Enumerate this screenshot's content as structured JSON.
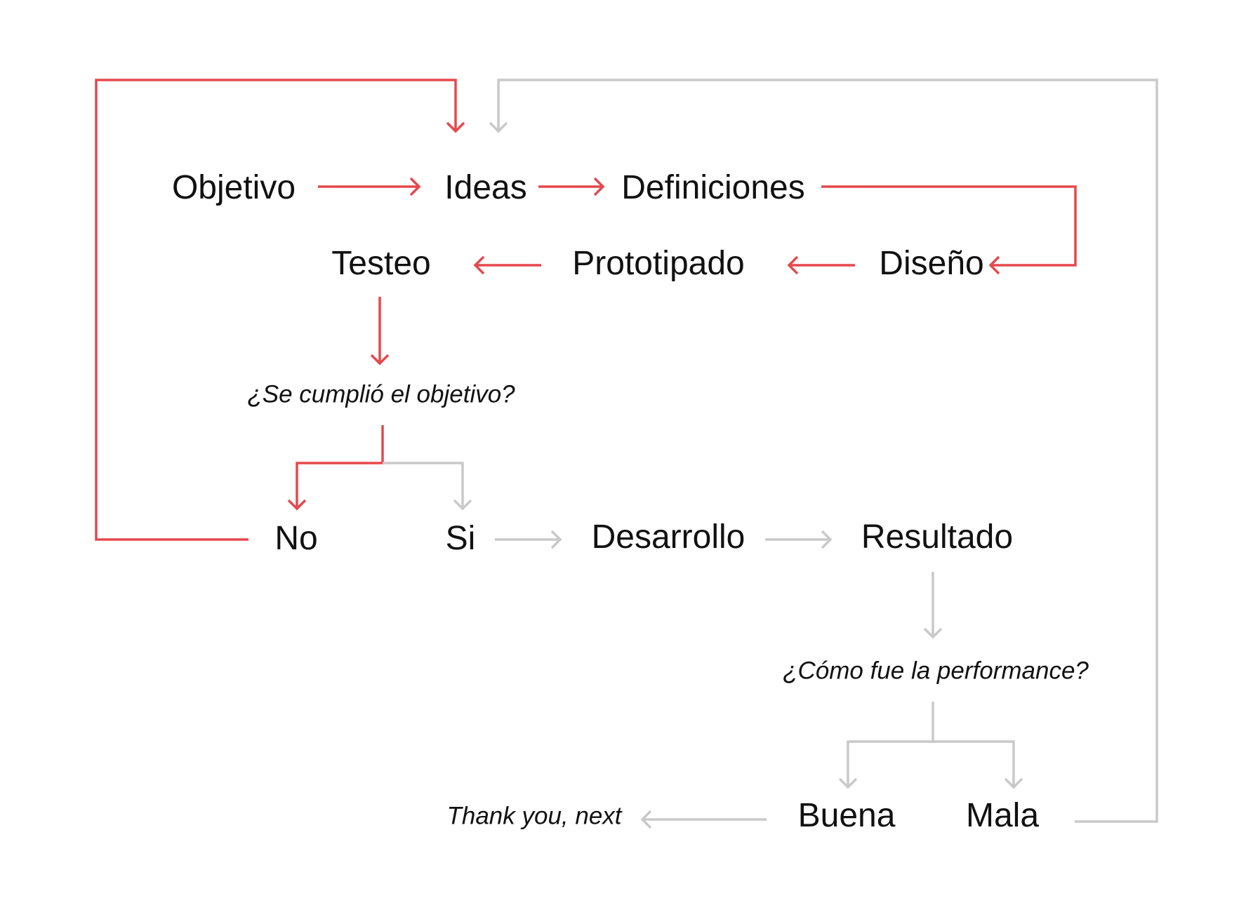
{
  "colors": {
    "red": "#e5484d",
    "gray": "#c9c9c9",
    "text": "#111111",
    "background": "#ffffff"
  },
  "nodes": {
    "objetivo": "Objetivo",
    "ideas": "Ideas",
    "definiciones": "Definiciones",
    "testeo": "Testeo",
    "prototipado": "Prototipado",
    "diseno": "Diseño",
    "question_objetivo": "¿Se cumplió el objetivo?",
    "no": "No",
    "si": "Si",
    "desarrollo": "Desarrollo",
    "resultado": "Resultado",
    "question_performance": "¿Cómo fue la performance?",
    "buena": "Buena",
    "mala": "Mala",
    "thank_you": "Thank you, next"
  },
  "edges": [
    {
      "from": "objetivo",
      "to": "ideas",
      "color": "red"
    },
    {
      "from": "ideas",
      "to": "definiciones",
      "color": "red"
    },
    {
      "from": "definiciones",
      "to": "diseno",
      "color": "red"
    },
    {
      "from": "diseno",
      "to": "prototipado",
      "color": "red"
    },
    {
      "from": "prototipado",
      "to": "testeo",
      "color": "red"
    },
    {
      "from": "testeo",
      "to": "question_objetivo",
      "color": "red"
    },
    {
      "from": "question_objetivo",
      "to": "no",
      "color": "red"
    },
    {
      "from": "question_objetivo",
      "to": "si",
      "color": "gray"
    },
    {
      "from": "no",
      "to": "ideas",
      "color": "red"
    },
    {
      "from": "si",
      "to": "desarrollo",
      "color": "gray"
    },
    {
      "from": "desarrollo",
      "to": "resultado",
      "color": "gray"
    },
    {
      "from": "resultado",
      "to": "question_performance",
      "color": "gray"
    },
    {
      "from": "question_performance",
      "to": "buena",
      "color": "gray"
    },
    {
      "from": "question_performance",
      "to": "mala",
      "color": "gray"
    },
    {
      "from": "buena",
      "to": "thank_you",
      "color": "gray"
    },
    {
      "from": "mala",
      "to": "ideas",
      "color": "gray"
    }
  ]
}
